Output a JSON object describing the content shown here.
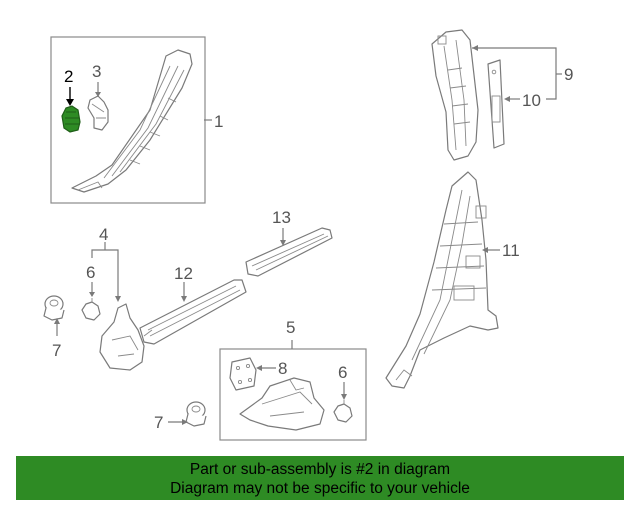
{
  "callouts": {
    "c1": "1",
    "c2": "2",
    "c3": "3",
    "c4": "4",
    "c5": "5",
    "c6a": "6",
    "c6b": "6",
    "c7a": "7",
    "c7b": "7",
    "c8": "8",
    "c9": "9",
    "c10": "10",
    "c11": "11",
    "c12": "12",
    "c13": "13"
  },
  "highlight_color": "#2e8b24",
  "banner": {
    "line1": "Part or sub-assembly is #2 in diagram",
    "line2": "Diagram may not be specific to your vehicle"
  }
}
